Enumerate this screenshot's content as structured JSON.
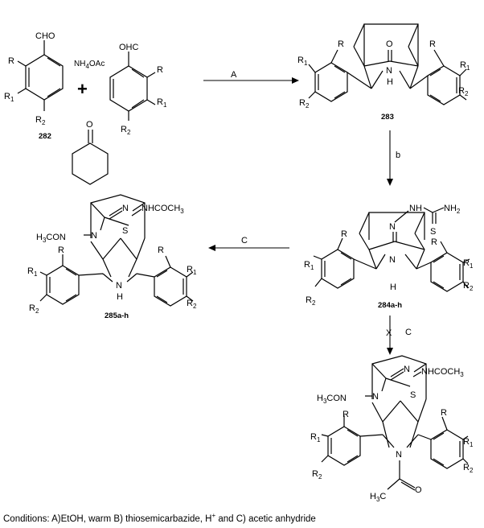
{
  "reactants": {
    "benzaldehyde": {
      "cho": "CHO",
      "r": "R",
      "r1": "R",
      "r1_sub": "1",
      "r2": "R",
      "r2_sub": "2",
      "compound_no": "282"
    },
    "plus": "+",
    "reagent_nh4": "NH",
    "reagent_nh4_sub": "4",
    "reagent_oac": "OAc",
    "benzaldehyde2": {
      "ohc": "OHC",
      "r": "R",
      "r1": "R",
      "r1_sub": "1",
      "r2": "R",
      "r2_sub": "2"
    },
    "cyclohexanone_o": "O"
  },
  "arrows": {
    "step_a": "A",
    "step_b": "b",
    "step_c1": "C",
    "step_c2": "C",
    "blocked": "X"
  },
  "compound_283": {
    "o": "O",
    "nh_n": "N",
    "nh_h": "H",
    "no": "283",
    "left": {
      "r": "R",
      "r1": "R",
      "r1_sub": "1",
      "r2": "R",
      "r2_sub": "2"
    },
    "right": {
      "r": "R",
      "r1": "R",
      "r1_sub": "1",
      "r2": "R",
      "r2_sub": "2"
    }
  },
  "compound_284": {
    "n": "N",
    "nh": "NH",
    "nh2": "NH",
    "nh2_sub": "2",
    "s": "S",
    "ring_n": "N",
    "ring_h": "H",
    "no": "284a-h",
    "left": {
      "r": "R",
      "r1": "R",
      "r1_sub": "1",
      "r2": "R",
      "r2_sub": "2"
    },
    "right": {
      "r": "R",
      "r1": "R",
      "r1_sub": "1",
      "r2": "R",
      "r2_sub": "2"
    }
  },
  "compound_285": {
    "nhcoch3": "NHCOCH",
    "nhcoch3_sub": "3",
    "h3con": "H",
    "h3con_sub": "3",
    "h3con_rest": "CON",
    "n1": "N",
    "n2": "N",
    "s": "S",
    "ring_n": "N",
    "ring_h": "H",
    "no": "285a-h",
    "left": {
      "r": "R",
      "r1": "R",
      "r1_sub": "1",
      "r2": "R",
      "r2_sub": "2"
    },
    "right": {
      "r": "R",
      "r1": "R",
      "r1_sub": "1",
      "r2": "R",
      "r2_sub": "2"
    }
  },
  "compound_bottom": {
    "nhcoch3": "NHCOCH",
    "nhcoch3_sub": "3",
    "h3con": "H",
    "h3con_sub": "3",
    "h3con_rest": "CON",
    "n1": "N",
    "n2": "N",
    "s": "S",
    "ring_n": "N",
    "o": "O",
    "h3c": "H",
    "h3c_sub": "3",
    "h3c_rest": "C",
    "left": {
      "r": "R",
      "r1": "R",
      "r1_sub": "1",
      "r2": "R",
      "r2_sub": "2"
    },
    "right": {
      "r": "R",
      "r1": "R",
      "r1_sub": "1",
      "r2": "R",
      "r2_sub": "2"
    }
  },
  "conditions": {
    "prefix": "Conditions: A)EtOH, warm B) thiosemicarbazide, H",
    "sup": "+",
    "suffix": " and C) acetic anhydride"
  }
}
